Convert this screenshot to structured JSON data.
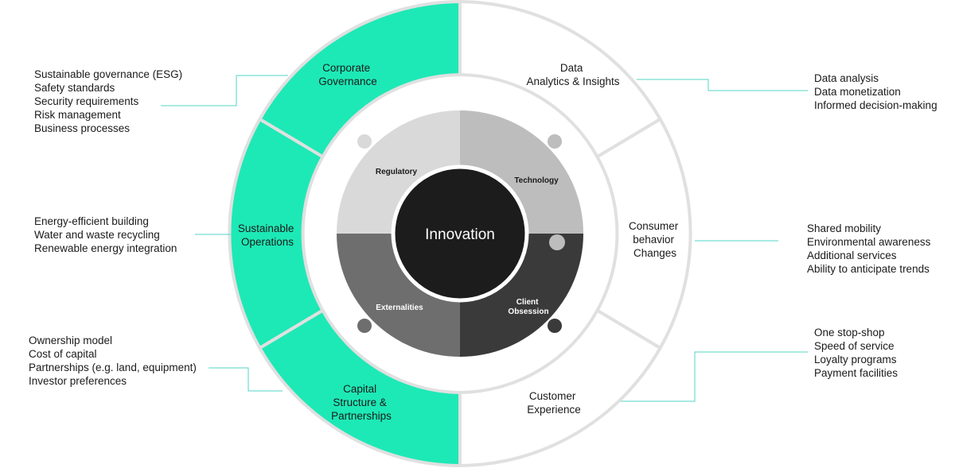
{
  "colors": {
    "accent": "#1de9b6",
    "ring_border": "#e0e0e0",
    "connector": "#52d6c4",
    "piece_regulatory": "#d9d9d9",
    "piece_technology": "#bdbdbd",
    "piece_externalities": "#6e6e6e",
    "piece_client_obsession": "#3a3a3a",
    "center": "#1c1c1c"
  },
  "center": {
    "label": "Innovation"
  },
  "puzzle": {
    "regulatory": "Regulatory",
    "technology": "Technology",
    "externalities": "Externalities",
    "client_obsession": [
      "Client",
      "Obsession"
    ]
  },
  "segments": {
    "corporate_governance": {
      "label": [
        "Corporate",
        "Governance"
      ],
      "items": [
        "Sustainable governance (ESG)",
        "Safety standards",
        "Security requirements",
        "Risk management",
        "Business processes"
      ]
    },
    "sustainable_operations": {
      "label": [
        "Sustainable",
        "Operations"
      ],
      "items": [
        "Energy-efficient building",
        "Water and waste recycling",
        "Renewable energy integration"
      ]
    },
    "capital_structure": {
      "label": [
        "Capital",
        "Structure &",
        "Partnerships"
      ],
      "items": [
        "Ownership model",
        "Cost of capital",
        "Partnerships (e.g. land, equipment)",
        "Investor preferences"
      ]
    },
    "data_analytics": {
      "label": [
        "Data",
        "Analytics & Insights"
      ],
      "items": [
        "Data analysis",
        "Data monetization",
        "Informed decision-making"
      ]
    },
    "consumer_behavior": {
      "label": [
        "Consumer",
        "behavior",
        "Changes"
      ],
      "items": [
        "Shared mobility",
        "Environmental awareness",
        "Additional services",
        "Ability to anticipate trends"
      ]
    },
    "customer_experience": {
      "label": [
        "Customer",
        "Experience"
      ],
      "items": [
        "One stop-shop",
        "Speed of service",
        "Loyalty programs",
        "Payment facilities"
      ]
    }
  }
}
